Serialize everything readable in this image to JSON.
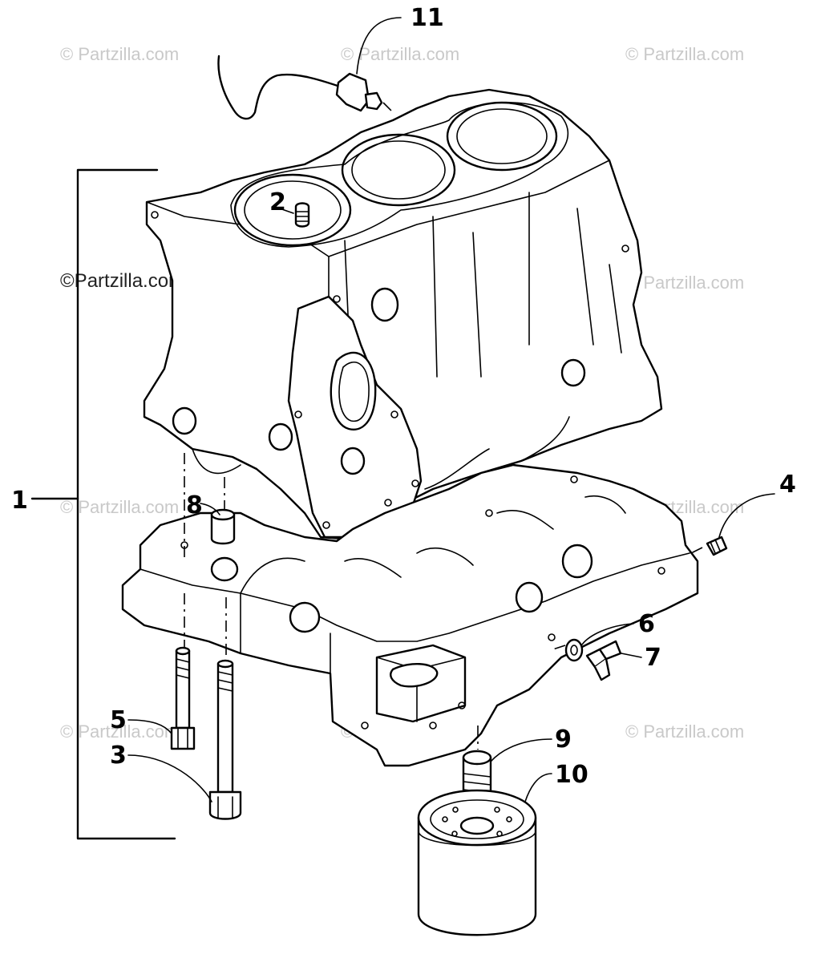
{
  "watermarks": {
    "text": "© Partzilla.com",
    "main_text": "©Partzilla.com"
  },
  "callouts": {
    "c1": "1",
    "c2": "2",
    "c3": "3",
    "c4": "4",
    "c5": "5",
    "c6": "6",
    "c7": "7",
    "c8": "8",
    "c9": "9",
    "c10": "10",
    "c11": "11"
  }
}
